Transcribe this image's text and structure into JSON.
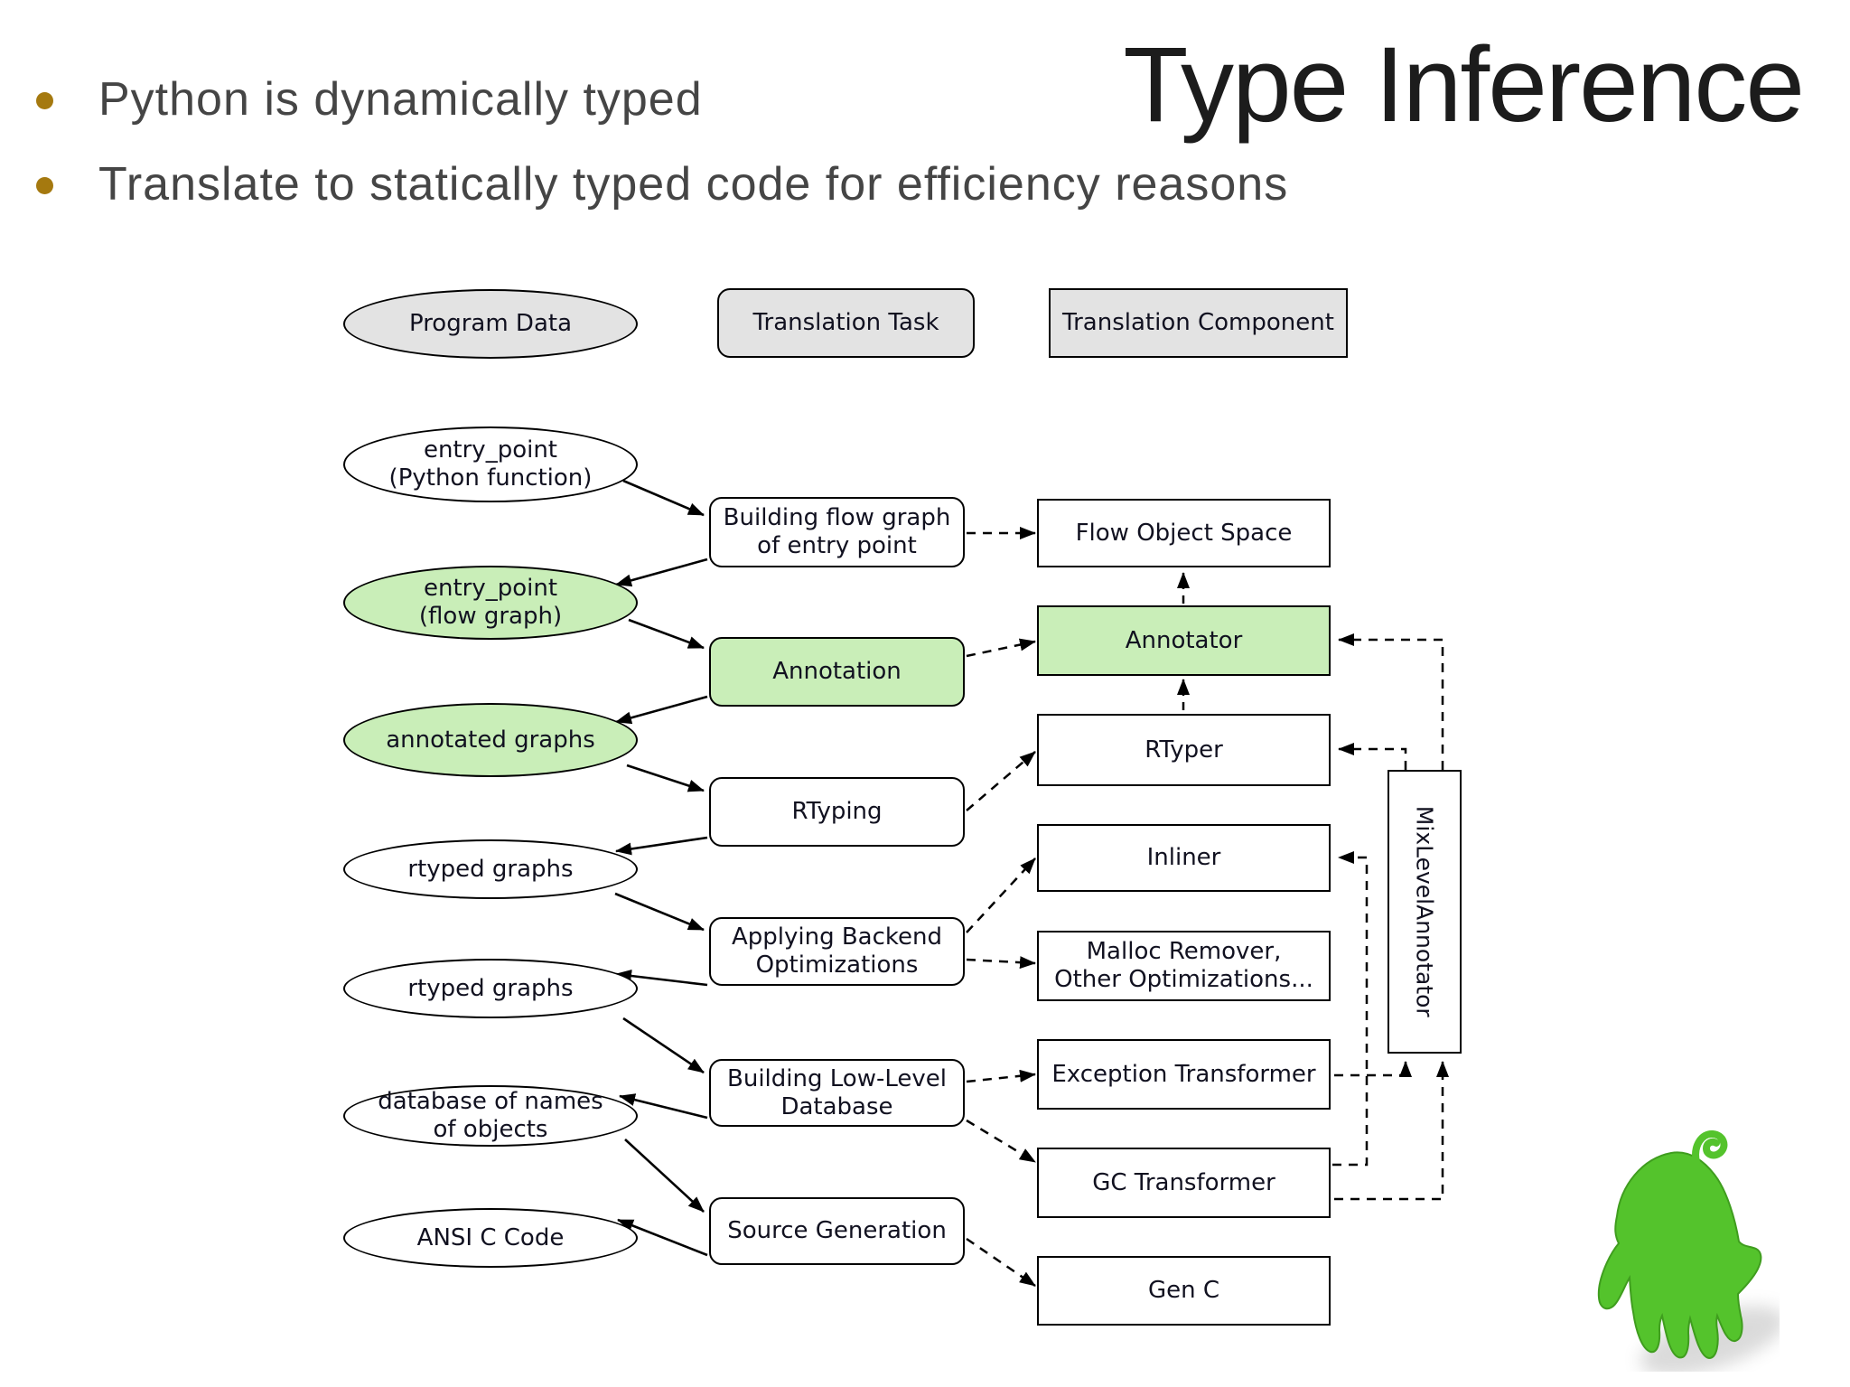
{
  "slide": {
    "title": "Type Inference",
    "bullets": [
      "Python is dynamically typed",
      "Translate to statically typed code for efficiency reasons"
    ]
  },
  "legend": {
    "program_data": "Program Data",
    "translation_task": "Translation Task",
    "translation_component": "Translation Component"
  },
  "data_nodes": [
    {
      "label": "entry_point\n(Python function)"
    },
    {
      "label": "entry_point\n(flow graph)"
    },
    {
      "label": "annotated graphs"
    },
    {
      "label": "rtyped graphs"
    },
    {
      "label": "rtyped graphs"
    },
    {
      "label": "database of names\nof objects"
    },
    {
      "label": "ANSI C Code"
    }
  ],
  "task_nodes": [
    {
      "label": "Building flow graph\nof entry point"
    },
    {
      "label": "Annotation"
    },
    {
      "label": "RTyping"
    },
    {
      "label": "Applying Backend\nOptimizations"
    },
    {
      "label": "Building Low-Level\nDatabase"
    },
    {
      "label": "Source Generation"
    }
  ],
  "component_nodes": [
    {
      "label": "Flow Object Space"
    },
    {
      "label": "Annotator"
    },
    {
      "label": "RTyper"
    },
    {
      "label": "Inliner"
    },
    {
      "label": "Malloc Remover,\nOther Optimizations..."
    },
    {
      "label": "Exception Transformer"
    },
    {
      "label": "GC Transformer"
    },
    {
      "label": "Gen C"
    }
  ],
  "mixlevel": {
    "label": "MixLevelAnnotator"
  },
  "colors": {
    "highlight_green": "#c9eeb8",
    "legend_gray": "#e3e3e3",
    "bullet_gold": "#a5790f",
    "hand_green": "#54c32c",
    "text_dark": "#111120"
  },
  "icons": {
    "logo": "pypy-hand-logo"
  }
}
